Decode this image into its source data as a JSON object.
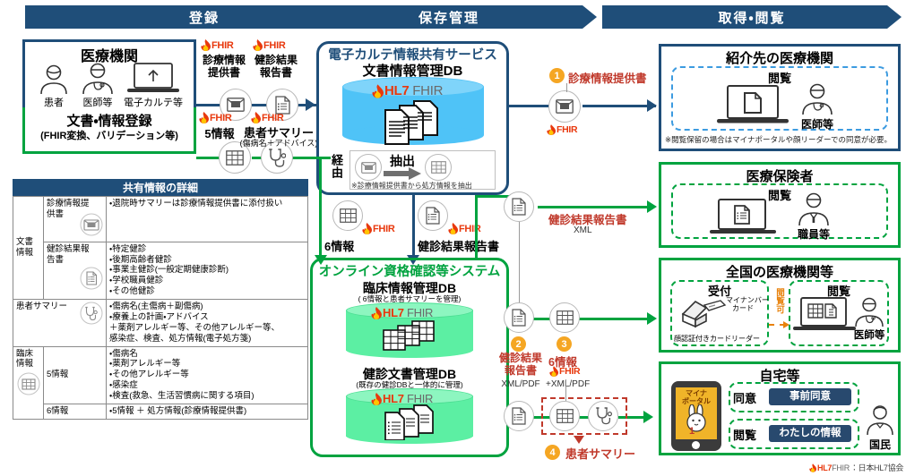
{
  "banners": [
    {
      "label": "登録"
    },
    {
      "label": "保存管理"
    },
    {
      "label": "取得・閲覧"
    }
  ],
  "medical_institution": {
    "title": "医療機関",
    "actors": [
      {
        "label": "患者",
        "icon": "patient-icon"
      },
      {
        "label": "医師等",
        "icon": "doctor-icon"
      },
      {
        "label": "電子カルテ等",
        "icon": "laptop-upload-icon"
      }
    ],
    "footer_title": "文書・情報登録",
    "footer_sub": "(FHIR変換、バリデーション等)"
  },
  "registration_flows": {
    "blue": [
      {
        "label": "診療情報\n提供書",
        "line1": "診療情報",
        "line2": "提供書",
        "icon": "envelope-icon",
        "fhir": "FHIR"
      },
      {
        "label": "健診結果\n報告書",
        "line1": "健診結果",
        "line2": "報告書",
        "icon": "document-icon",
        "fhir": "FHIR"
      }
    ],
    "green": [
      {
        "label": "5情報",
        "sub": "",
        "icon": "table-icon",
        "fhir": "FHIR"
      },
      {
        "label": "患者サマリー",
        "sub": "(傷病名＋アドバイス)",
        "icon": "stethoscope-icon",
        "fhir": "FHIR"
      }
    ]
  },
  "shared_info_table": {
    "header": "共有情報の詳細",
    "rows": [
      {
        "cat": "文書\n情報",
        "sub": "診療情報提\n供書",
        "sub_icon": "envelope-icon",
        "detail": "・退院時サマリーは診療情報提供書に添付扱い"
      },
      {
        "cat": "",
        "sub": "健診結果報\n告書",
        "sub_icon": "document-icon",
        "detail": "・特定健診\n・後期高齢者健診\n・事業主健診(一般定期健康診断)\n・学校職員健診\n・その他健診"
      },
      {
        "cat": "患者サマリー",
        "sub": "",
        "sub_icon": "stethoscope-icon",
        "detail": "・傷病名(主傷病＋副傷病)\n・療養上の計画・アドバイス\n＋薬剤アレルギー等、その他アレルギー等、\n感染症、検査、処方情報(電子処方箋)"
      },
      {
        "cat": "臨床情報",
        "cat_icon": "table-icon",
        "sub": "5情報",
        "detail": "・傷病名\n・薬剤アレルギー等\n・その他アレルギー等\n・感染症\n・検査(救急、生活習慣病に関する項目)"
      },
      {
        "cat": "",
        "sub": "6情報",
        "detail": "・5情報 ＋ 処方情報(診療情報提供書)"
      }
    ]
  },
  "ehr_service": {
    "title": "電子カルテ情報共有サービス",
    "db_title": "文書情報管理DB",
    "db_brand": "HL7 FHIR",
    "extract": {
      "label": "抽出",
      "from_icon": "envelope-icon",
      "to_icon": "table-icon",
      "note": "※診療情報提供書から処方情報を抽出"
    },
    "via_label": "経由"
  },
  "down_flows": [
    {
      "label": "6情報",
      "icon": "table-icon",
      "fhir": "FHIR"
    },
    {
      "label": "健診結果報告書",
      "icon": "document-icon",
      "fhir": "FHIR"
    }
  ],
  "online_system": {
    "title": "オンライン資格確認等システム",
    "dbs": [
      {
        "title": "臨床情報管理DB",
        "sub": "( 6情報と患者サマリーを管理)",
        "brand": "HL7 FHIR",
        "icon": "tables-stack-icon"
      },
      {
        "title": "健診文書管理DB",
        "sub": "(既存の健診DBと一体的に管理)",
        "brand": "HL7 FHIR",
        "icon": "documents-stack-icon"
      }
    ]
  },
  "outputs": [
    {
      "num": "1",
      "title": "診療情報提供書",
      "sub": "",
      "fhir": "FHIR",
      "icon": "envelope-icon"
    },
    {
      "num": "",
      "title": "健診結果報告書",
      "sub": "XML",
      "icon": "document-icon"
    },
    {
      "num": "2",
      "title": "健診結果\n報告書",
      "sub": "XML/PDF",
      "icon": "document-icon"
    },
    {
      "num": "3",
      "title": "6情報",
      "sub": "+XML/PDF",
      "fhir": "FHIR",
      "icon": "table-icon"
    },
    {
      "num": "4",
      "title": "患者サマリー",
      "sub": "",
      "icon": "stethoscope-icon"
    }
  ],
  "consumers": [
    {
      "title": "紹介先の医療機関",
      "style": "blue",
      "inner_label": "閲覧",
      "person_label": "医師等",
      "note": "※閲覧保留の場合はマイナポータルや顔リーダーでの同意が必要。"
    },
    {
      "title": "医療保険者",
      "style": "green",
      "inner_label": "閲覧",
      "person_label": "職員等"
    },
    {
      "title": "全国の医療機関等",
      "style": "green",
      "left_label": "受付",
      "left_caption": "顔認証付きカードリーダー",
      "card_label": "マイナンバー\nカード",
      "card_line1": "マイナンバー",
      "card_line2": "カード",
      "mid_label": "閲覧可",
      "right_label": "閲覧",
      "person_label": "医師等"
    },
    {
      "title": "自宅等",
      "style": "green",
      "phone_line1": "マイナ",
      "phone_line2": "ポータル",
      "rows": [
        {
          "label": "同意",
          "pill": "事前同意"
        },
        {
          "label": "閲覧",
          "pill": "わたしの情報"
        }
      ],
      "person_label": "国民"
    }
  ],
  "footer": {
    "brand": "HL7 FHIR",
    "text": "：日本HL7協会"
  },
  "colors": {
    "navy": "#1F4E79",
    "green": "#00A33F",
    "cyan_db": "#4FC3F7",
    "green_db": "#5CEFA3",
    "orange": "#F5A623",
    "red": "#C0392B",
    "fhir_red": "#E8380D"
  }
}
